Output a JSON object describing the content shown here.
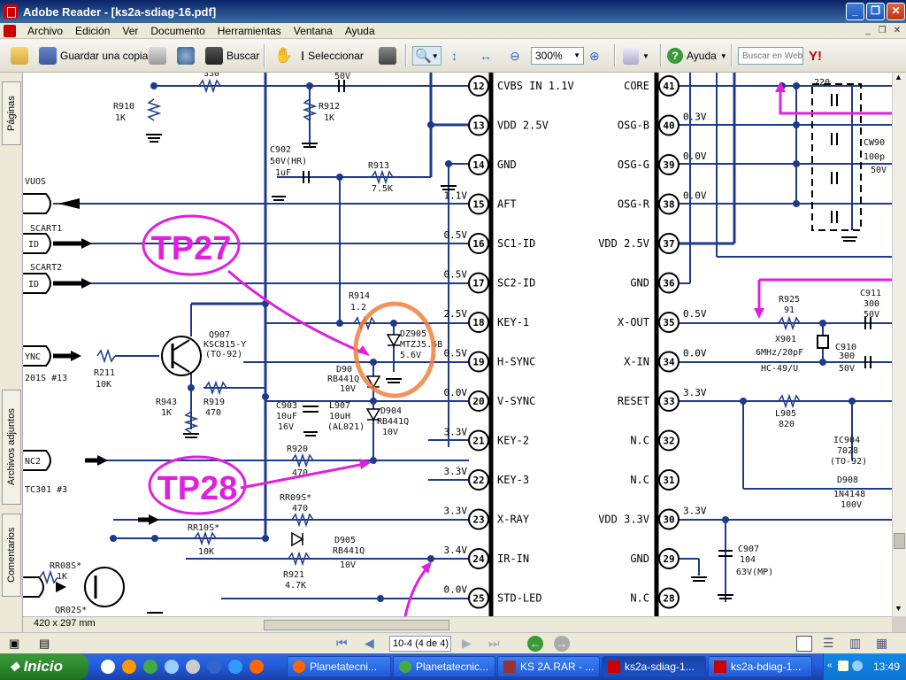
{
  "window": {
    "title": "Adobe Reader - [ks2a-sdiag-16.pdf]"
  },
  "menu": [
    "Archivo",
    "Edición",
    "Ver",
    "Documento",
    "Herramientas",
    "Ventana",
    "Ayuda"
  ],
  "toolbar": {
    "save_copy": "Guardar una copia",
    "search": "Buscar",
    "select": "Seleccionar",
    "zoom": "300%",
    "help": "Ayuda",
    "web_search_placeholder": "Buscar en Web"
  },
  "side_tabs": [
    "Páginas",
    "Archivos adjuntos",
    "Comentarios"
  ],
  "page_size": "420 x 297 mm",
  "nav": {
    "page": "10-4",
    "page_of": "(4 de 4)"
  },
  "taskbar": {
    "start": "Inicio",
    "tasks": [
      "Planetatecni...",
      "Planetatecnic...",
      "KS 2A.RAR - ...",
      "ks2a-sdiag-1...",
      "ks2a-bdiag-1..."
    ],
    "clock": "13:49"
  },
  "schematic": {
    "callouts": [
      "TP27",
      "TP28"
    ],
    "ic_left_pins": [
      {
        "num": "12",
        "label": "CVBS IN 1.1V",
        "volt": ""
      },
      {
        "num": "13",
        "label": "VDD 2.5V",
        "volt": ""
      },
      {
        "num": "14",
        "label": "GND",
        "volt": ""
      },
      {
        "num": "15",
        "label": "AFT",
        "volt": "1.1V"
      },
      {
        "num": "16",
        "label": "SC1-ID",
        "volt": "0.5V"
      },
      {
        "num": "17",
        "label": "SC2-ID",
        "volt": "0.5V"
      },
      {
        "num": "18",
        "label": "KEY-1",
        "volt": "2.5V"
      },
      {
        "num": "19",
        "label": "H-SYNC",
        "volt": "0.5V"
      },
      {
        "num": "20",
        "label": "V-SYNC",
        "volt": "0.0V"
      },
      {
        "num": "21",
        "label": "KEY-2",
        "volt": "3.3V"
      },
      {
        "num": "22",
        "label": "KEY-3",
        "volt": "3.3V"
      },
      {
        "num": "23",
        "label": "X-RAY",
        "volt": "3.3V"
      },
      {
        "num": "24",
        "label": "IR-IN",
        "volt": "3.4V"
      },
      {
        "num": "25",
        "label": "STD-LED",
        "volt": "0.0V"
      }
    ],
    "ic_right_pins": [
      {
        "num": "41",
        "label": "CORE",
        "volt": ""
      },
      {
        "num": "40",
        "label": "OSG-B",
        "volt": "0.3V"
      },
      {
        "num": "39",
        "label": "OSG-G",
        "volt": "0.0V"
      },
      {
        "num": "38",
        "label": "OSG-R",
        "volt": "0.0V"
      },
      {
        "num": "37",
        "label": "VDD 2.5V",
        "volt": ""
      },
      {
        "num": "36",
        "label": "GND",
        "volt": ""
      },
      {
        "num": "35",
        "label": "X-OUT",
        "volt": "0.5V"
      },
      {
        "num": "34",
        "label": "X-IN",
        "volt": "0.0V"
      },
      {
        "num": "33",
        "label": "RESET",
        "volt": "3.3V"
      },
      {
        "num": "32",
        "label": "N.C",
        "volt": ""
      },
      {
        "num": "31",
        "label": "N.C",
        "volt": ""
      },
      {
        "num": "30",
        "label": "VDD 3.3V",
        "volt": "3.3V"
      },
      {
        "num": "29",
        "label": "GND",
        "volt": ""
      },
      {
        "num": "28",
        "label": "N.C",
        "volt": ""
      }
    ],
    "labels": {
      "r910": "R910",
      "r910v": "1K",
      "r912": "R912",
      "r912v": "1K",
      "c902": "C902",
      "c902v": "50V(HR)",
      "c902u": "1uF",
      "r913": "R913",
      "r913v": "7.5K",
      "r914": "R914",
      "r914v": "1.2",
      "dz905": "DZ905",
      "dz905p": "MTZJ5.6B",
      "dz905v": "5.6V",
      "q907": "Q907",
      "q907p": "KSC815-Y",
      "q907c": "(TO-92)",
      "r211": "R211",
      "r211v": "10K",
      "r943": "R943",
      "r943v": "1K",
      "r919": "R919",
      "r919v": "470",
      "c903": "C903",
      "c903v": "10uF",
      "c903w": "16V",
      "l907": "L907",
      "l907v": "10uH",
      "l907p": "(AL021)",
      "d904": "D904",
      "d904p": "RB441Q",
      "d904v": "10V",
      "d90x": "D90",
      "d90xp": "RB441Q",
      "d90xv": "10V",
      "r920": "R920",
      "r920v": "470",
      "rr09s": "RR09S*",
      "rr09sv": "470",
      "rr10s": "RR10S*",
      "rr10sv": "10K",
      "rr08s": "RR08S*",
      "rr08sv": "1K",
      "qr02s": "QR02S*",
      "d905": "D905",
      "d905p": "RB441Q",
      "d905v": "10V",
      "r921": "R921",
      "r921v": "4.7K",
      "scart1": "SCART1",
      "scart2": "SCART2",
      "id": "ID",
      "vuos": "VUOS",
      "ync": "YNC",
      "nc2": "NC2",
      "tc301": "TC301 #3",
      "ic201": "201S #13",
      "r925": "R925",
      "r925v": "91",
      "x901": "X901",
      "x901p": "6MHz/20pF",
      "x901h": "HC-49/U",
      "c910": "C910",
      "c910v": "300",
      "c910w": "50V",
      "c911": "C911",
      "c911v": "300",
      "c911w": "50V",
      "cw90": "CW90",
      "cw90v": "100p",
      "cw90w": "50V",
      "l905": "L905",
      "l905v": "820",
      "ic904": "IC904",
      "ic904p": "7028",
      "ic904c": "(TO-92)",
      "d908": "D908",
      "d908p": "1N4148",
      "d908v": "100V",
      "c907": "C907",
      "c907v": "104",
      "c907w": "63V(MP)",
      "top220": "220",
      "top50v": "50V",
      "top330": "330"
    }
  }
}
